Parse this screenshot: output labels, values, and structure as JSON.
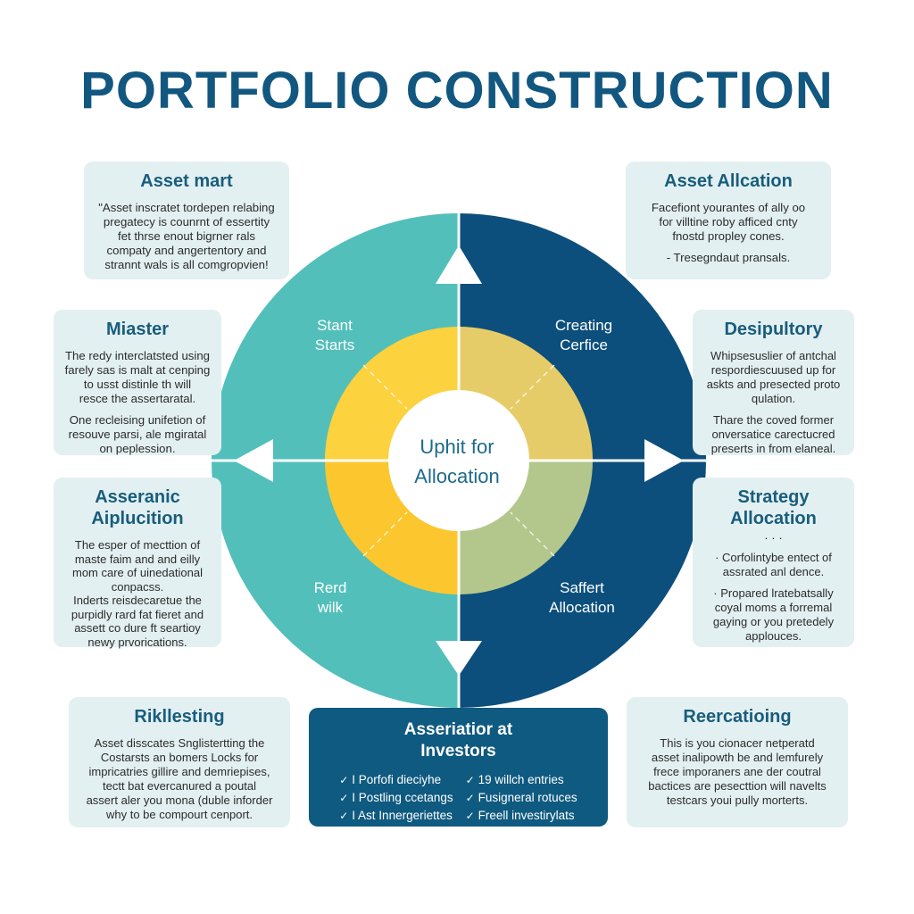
{
  "title": "PORTFOLIO CONSTRUCTION",
  "center": {
    "line1": "Uphit for",
    "line2": "Allocation"
  },
  "segments": {
    "top_left": {
      "line1": "Stant",
      "line2": "Starts"
    },
    "top_right": {
      "line1": "Creating",
      "line2": "Cerfice"
    },
    "bottom_left": {
      "line1": "Rerd",
      "line2": "wilk"
    },
    "bottom_right": {
      "line1": "Saffert",
      "line2": "Allocation"
    }
  },
  "cards": {
    "asset_mart": {
      "title": "Asset mart",
      "paras": [
        "\"Asset inscratet tordepen relabing\npregatecy is counrnt of essertity\nfet thrse enout bigrner rals\ncompaty and angertentory and\nstrannt wals is all comgropvien!"
      ]
    },
    "asset_allocation": {
      "title": "Asset Allcation",
      "paras": [
        "Facefiont yourantes of ally oo\nfor villtine roby afficed cnty\nfnostd propley cones.",
        "- Tresegndaut pransals."
      ]
    },
    "miaster": {
      "title": "Miaster",
      "paras": [
        "The redy interclatsted using\nfarely sas is malt at cenping\nto usst distinle th will\nresce the assertaratal.",
        "One recleising unifetion of\nresouve parsi, ale mgiratal\non peplession."
      ]
    },
    "desipultory": {
      "title": "Desipultory",
      "paras": [
        "Whipsesuslier of antchal\nrespordiescuused up for\naskts and presected proto\nqulation.",
        "Thare the coved former\nonversatice carectucred\npreserts in from elaneal."
      ]
    },
    "asseranic": {
      "title": "Asseranic\nAiplucition",
      "paras": [
        "The esper of mecttion of\nmaste faim and and eilly\nmom care of uinedational\nconpacss.\nInderts reisdecaretue the\npurpidly rard fat fieret and\nassett co dure ft seartioy\nnewy prvorications."
      ]
    },
    "strategy_allocation": {
      "title": "Strategy\nAllocation",
      "dots": "· · ·",
      "paras": [
        "· Corfolintybe entect of\nassrated anl dence.",
        "· Propared lratebatsally\ncoyal moms a forremal\ngaying or you pretedely\napplouces."
      ]
    },
    "rikllesting": {
      "title": "Rikllesting",
      "paras": [
        "Asset disscates Snglistertting the\nCostarsts an bomers Locks for\nimpricatries gillire and demriepises,\ntectt bat evercanured a poutal\nassert aler you mona (duble inforder\nwhy to be compourt cenport."
      ]
    },
    "reercatioing": {
      "title": "Reercatioing",
      "paras": [
        "This is you cionacer netperatd\nasset inalipowth be and lemfurely\nfrece imporaners ane der coutral\nbactices are pesecttion will navelts\ntestcars youi pully morterts."
      ]
    }
  },
  "investors": {
    "title_line1": "Asseriatior at",
    "title_line2": "Investors",
    "col1": [
      "I Porfofi dieciyhe",
      "I Postling ccetangs",
      "I Ast Innergeriettes"
    ],
    "col2": [
      "19 willch entries",
      "Fusigneral rotuces",
      "Freell investirylats"
    ]
  },
  "colors": {
    "title": "#12577f",
    "teal": "#52bfba",
    "navy": "#0c4f7c",
    "yellow": "#fccc36",
    "yellow_soft": "#e8cc64",
    "sage": "#b0c68b",
    "card_bg": "#e3f0f1"
  }
}
